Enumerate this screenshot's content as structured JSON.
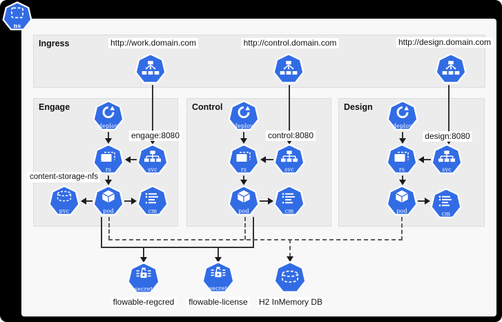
{
  "namespace": {
    "label": "ns"
  },
  "ingress": {
    "title": "Ingress",
    "nodes": [
      {
        "url": "http://work.domain.com"
      },
      {
        "url": "http://control.domain.com"
      },
      {
        "url": "http://design.domain.com"
      }
    ]
  },
  "workloads": [
    {
      "title": "Engage",
      "port": "engage:8080",
      "storage_label": "content-storage-nfs"
    },
    {
      "title": "Control",
      "port": "control:8080"
    },
    {
      "title": "Design",
      "port": "design:8080"
    }
  ],
  "kinds": {
    "ns": "ns",
    "deploy": "deploy",
    "rs": "rs",
    "svc": "svc",
    "pod": "pod",
    "cm": "cm",
    "pvc": "pvc",
    "secret": "secret"
  },
  "externals": [
    {
      "label": "flowable-regcred",
      "type": "secret"
    },
    {
      "label": "flowable-license",
      "type": "secret"
    },
    {
      "label": "H2 InMemory DB",
      "type": "database"
    }
  ],
  "colors": {
    "k8s_blue": "#326ce5",
    "canvas": "#f8f8f9",
    "section_fill": "#ececec",
    "frame": "#000000",
    "solid_line": "#333333",
    "dashed_line": "#5b5b5b"
  }
}
